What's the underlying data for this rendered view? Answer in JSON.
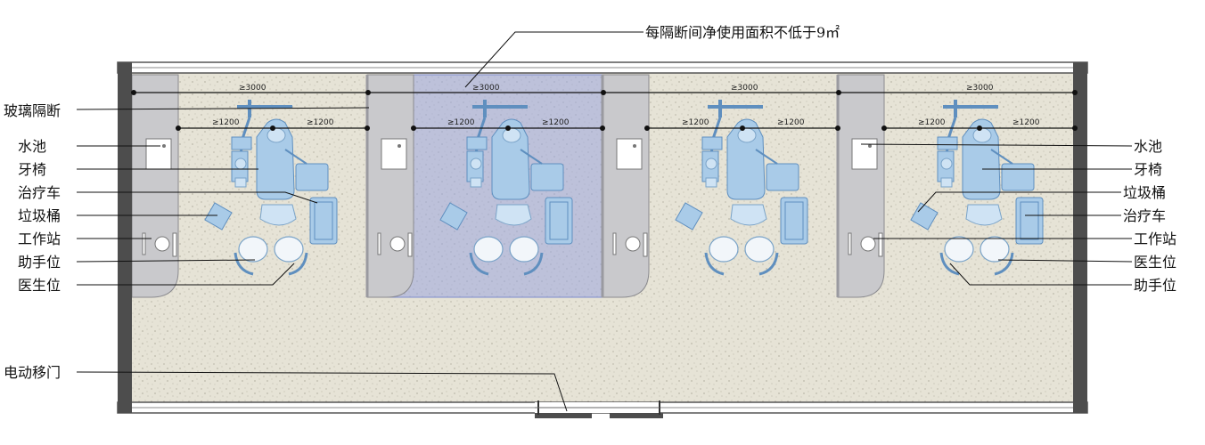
{
  "header": {
    "area_note": "每隔断间净使用面积不低于9㎡"
  },
  "dimensions": {
    "width_total": "≥3000",
    "clearance": "≥1200"
  },
  "labels_left": [
    "玻璃隔断",
    "水池",
    "牙椅",
    "治疗车",
    "垃圾桶",
    "工作站",
    "助手位",
    "医生位",
    "电动移门"
  ],
  "labels_right": [
    "水池",
    "牙椅",
    "垃圾桶",
    "治疗车",
    "工作站",
    "医生位",
    "助手位"
  ],
  "colors": {
    "floor": "#e6e3d6",
    "highlight": "#9aa6df",
    "equipment": "#a9cbe8",
    "counter": "#c9c9cc",
    "wall": "#5a5a5a"
  }
}
